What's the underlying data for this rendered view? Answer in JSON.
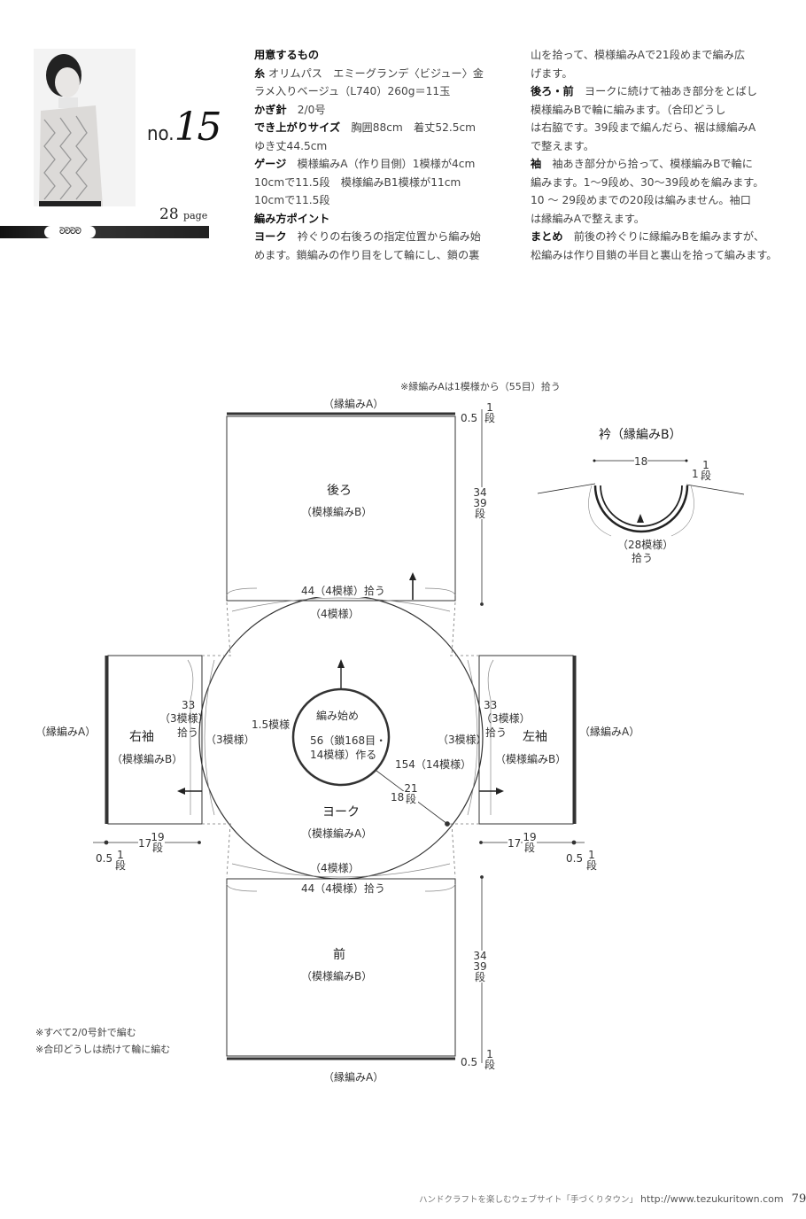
{
  "header": {
    "photo_alt": "model wearing crochet pineapple-pattern top",
    "no_prefix": "no.",
    "no_number": "15",
    "page_number": "28",
    "page_suffix": "page",
    "ornament": "ᘐᘐᘐᘐ"
  },
  "instructions": {
    "col1": [
      {
        "bold": "用意するもの",
        "text": ""
      },
      {
        "bold": "糸",
        "text": " オリムパス　エミーグランデ〈ビジュー〉金"
      },
      {
        "bold": "",
        "text": "ラメ入りベージュ（L740）260g＝11玉"
      },
      {
        "bold": "かぎ針",
        "text": "　2/0号"
      },
      {
        "bold": "でき上がりサイズ",
        "text": "　胸囲88cm　着丈52.5cm"
      },
      {
        "bold": "",
        "text": "ゆき丈44.5cm"
      },
      {
        "bold": "ゲージ",
        "text": "　模様編みA（作り目側）1模様が4cm"
      },
      {
        "bold": "",
        "text": "10cmで11.5段　模様編みB1模様が11cm"
      },
      {
        "bold": "",
        "text": "10cmで11.5段"
      },
      {
        "bold": "編み方ポイント",
        "text": ""
      },
      {
        "bold": "ヨーク",
        "text": "　衿ぐりの右後ろの指定位置から編み始"
      },
      {
        "bold": "",
        "text": "めます。鎖編みの作り目をして輪にし、鎖の裏"
      }
    ],
    "col2": [
      {
        "bold": "",
        "text": "山を拾って、模様編みAで21段めまで編み広"
      },
      {
        "bold": "",
        "text": "げます。"
      },
      {
        "bold": "後ろ・前",
        "text": "　ヨークに続けて袖あき部分をとばし"
      },
      {
        "bold": "",
        "text": "模様編みBで輪に編みます。（合印どうし"
      },
      {
        "bold": "",
        "text": "は右脇です。39段まで編んだら、裾は縁編みA"
      },
      {
        "bold": "",
        "text": "で整えます。"
      },
      {
        "bold": "袖",
        "text": "　袖あき部分から拾って、模様編みBで輪に"
      },
      {
        "bold": "",
        "text": "編みます。1～9段め、30～39段めを編みます。"
      },
      {
        "bold": "",
        "text": "10 ～ 29段めまでの20段は編みません。袖口"
      },
      {
        "bold": "",
        "text": "は縁編みAで整えます。"
      },
      {
        "bold": "まとめ",
        "text": "　前後の衿ぐりに縁編みBを編みますが、"
      },
      {
        "bold": "",
        "text": "松編みは作り目鎖の半目と裏山を拾って編みます。"
      }
    ]
  },
  "diagram": {
    "top_note": "※縁編みAは1模様から（55目）拾う",
    "back": {
      "edge_label": "（縁編みA）",
      "edge_height": "0.5",
      "edge_rows": "1",
      "rows_unit": "段",
      "title": "後ろ",
      "pattern": "（模様編みB）",
      "height": "34",
      "rows": "39",
      "pickup": "44（4模様）拾う"
    },
    "collar": {
      "title": "衿（縁編みB）",
      "width": "18",
      "height": "1",
      "rows": "1",
      "pickup_line1": "（28模様）",
      "pickup_line2": "拾う"
    },
    "yoke": {
      "top_arc": "（4模様）",
      "bottom_arc": "（4模様）",
      "left_arc": "（3模様）",
      "right_arc": "（3模様）",
      "start_offset": "1.5模様",
      "start_label": "編み始め",
      "center_line1": "56（鎖168目・",
      "center_line2": "14模様）作る",
      "outer": "154（14模様）",
      "depth": "18",
      "depth_rows": "21",
      "title": "ヨーク",
      "pattern": "（模様編みA）"
    },
    "right_sleeve": {
      "edge_label": "（縁編みA）",
      "title": "右袖",
      "pattern": "（模様編みB）",
      "pickup_width": "33",
      "pickup_patterns": "（3模様）",
      "pickup_word": "拾う",
      "length": "17",
      "length_rows": "19",
      "edge_length": "0.5",
      "edge_rows": "1"
    },
    "left_sleeve": {
      "edge_label": "（縁編みA）",
      "title": "左袖",
      "pattern": "（模様編みB）",
      "pickup_width": "33",
      "pickup_patterns": "（3模様）",
      "pickup_word": "拾う",
      "length": "17",
      "length_rows": "19",
      "edge_length": "0.5",
      "edge_rows": "1"
    },
    "front": {
      "pickup": "44（4模様）拾う",
      "title": "前",
      "pattern": "（模様編みB）",
      "height": "34",
      "rows": "39",
      "edge_label": "（縁編みA）",
      "edge_height": "0.5",
      "edge_rows": "1"
    },
    "notes": [
      "※すべて2/0号針で編む",
      "※合印どうしは続けて輪に編む"
    ]
  },
  "footer": {
    "site_text": "ハンドクラフトを楽しむウェブサイト「手づくりタウン」",
    "url": "http://www.tezukuritown.com",
    "page": "79"
  }
}
